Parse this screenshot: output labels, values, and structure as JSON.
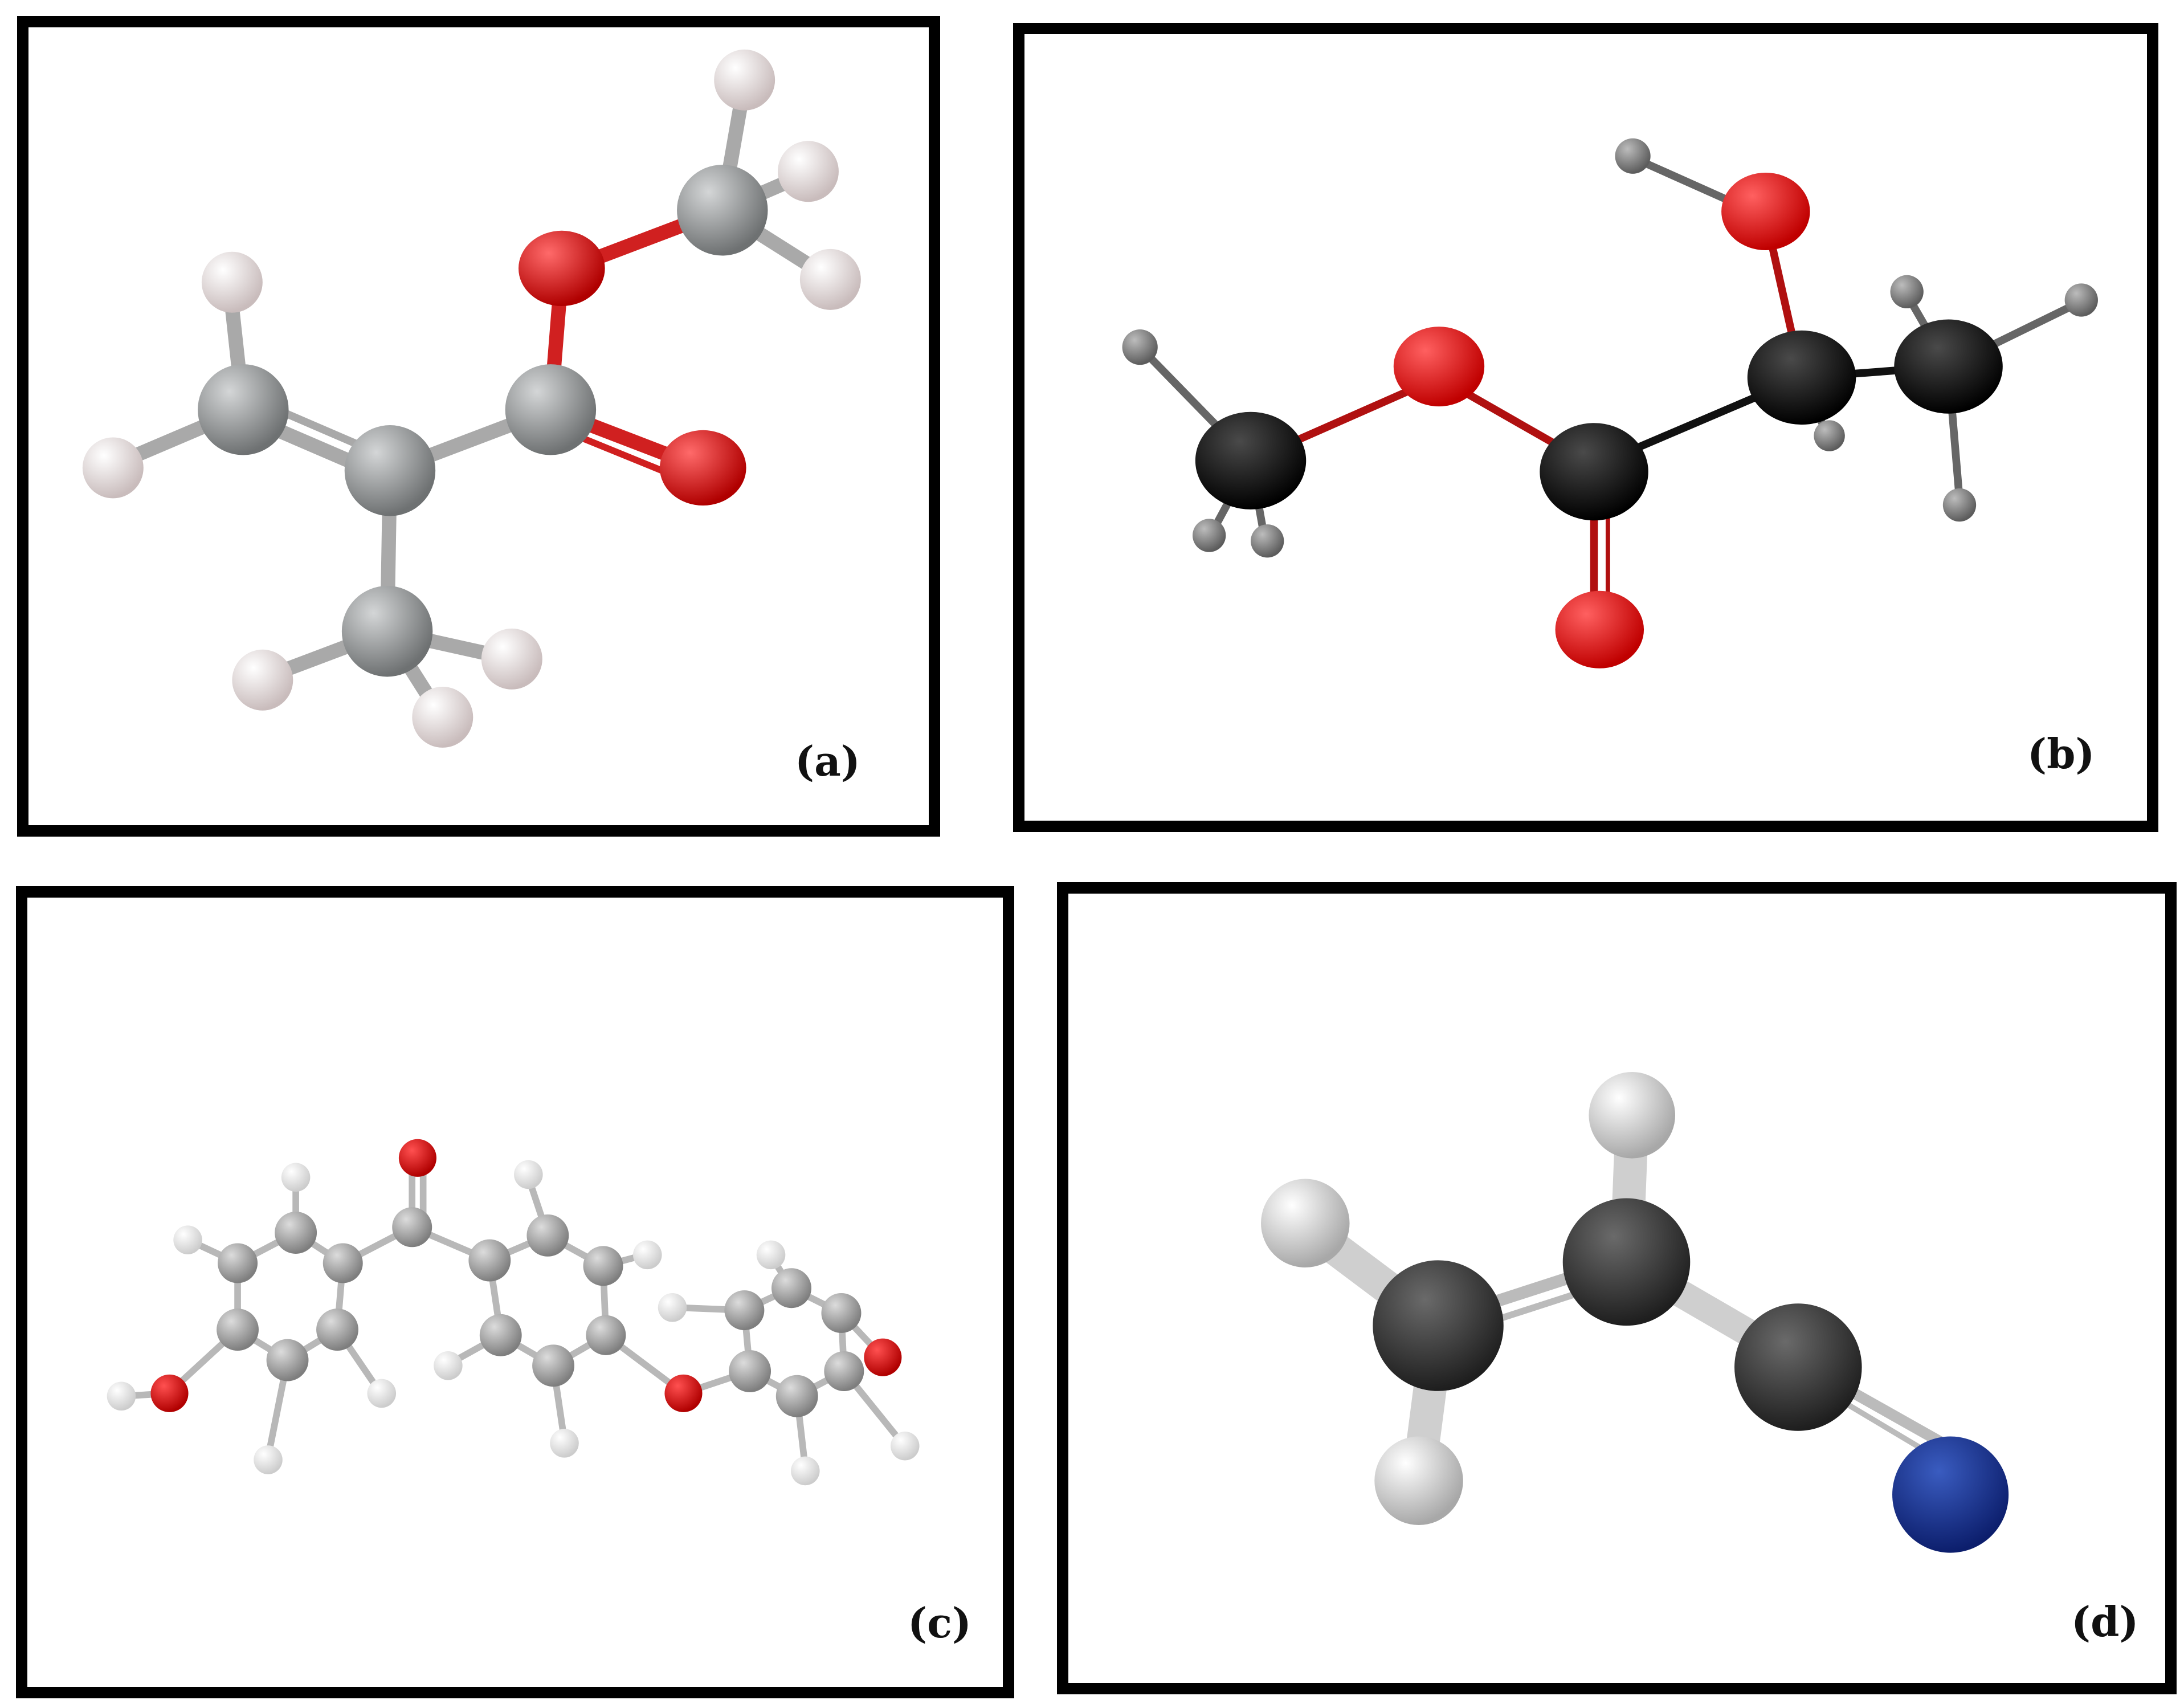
{
  "panels": [
    {
      "id": "a",
      "label": "(a)"
    },
    {
      "id": "b",
      "label": "(b)"
    },
    {
      "id": "c",
      "label": "(c)"
    },
    {
      "id": "d",
      "label": "(d)"
    }
  ],
  "colors": {
    "carbon_gray": "#8c8f90",
    "carbon_black": "#0b0b0b",
    "carbon_dark": "#3a3a3a",
    "oxygen": "#e01010",
    "hydrogen_pink": "#e6dcdc",
    "hydrogen_gray": "#8a8a8a",
    "hydrogen_white": "#f2f2f2",
    "nitrogen": "#1a3590"
  }
}
